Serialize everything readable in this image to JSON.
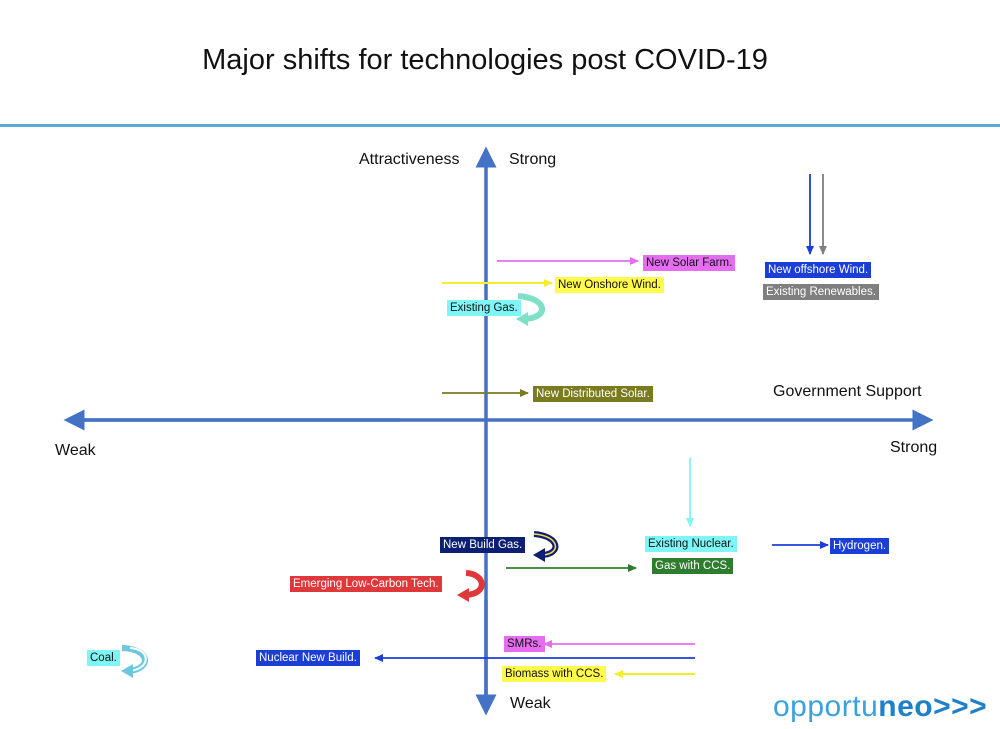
{
  "title": "Major shifts for technologies post COVID-19",
  "axes": {
    "y_label": "Attractiveness",
    "y_top": "Strong",
    "y_bottom": "Weak",
    "x_label": "Government Support",
    "x_left": "Weak",
    "x_right": "Strong"
  },
  "colors": {
    "axis": "#4472c4",
    "rule": "#5aa9d6",
    "magenta": "#e56ef0",
    "yellow": "#fffb4c",
    "cyan": "#7ff6f6",
    "olive": "#7a7a1f",
    "blue": "#1b3ed6",
    "gray": "#7f7f7f",
    "navy": "#0c1f72",
    "green": "#2e7d2e",
    "red": "#e0383a"
  },
  "labels": {
    "new_solar_farm": "New Solar Farm.",
    "new_onshore_wind": "New Onshore Wind.",
    "existing_gas": "Existing Gas.",
    "new_offshore_wind": "New offshore Wind.",
    "existing_renewables": "Existing Renewables.",
    "new_distributed_solar": "New Distributed Solar.",
    "new_build_gas": "New Build Gas.",
    "existing_nuclear": "Existing Nuclear.",
    "gas_with_ccs": "Gas with CCS.",
    "hydrogen": "Hydrogen.",
    "emerging_low_carbon": "Emerging Low-Carbon Tech.",
    "smrs": "SMRs.",
    "nuclear_new_build": "Nuclear New Build.",
    "biomass_with_ccs": "Biomass with CCS.",
    "coal": "Coal."
  },
  "logo": {
    "part1": "opportu",
    "part2": "neo",
    "chevrons": ">>>"
  }
}
